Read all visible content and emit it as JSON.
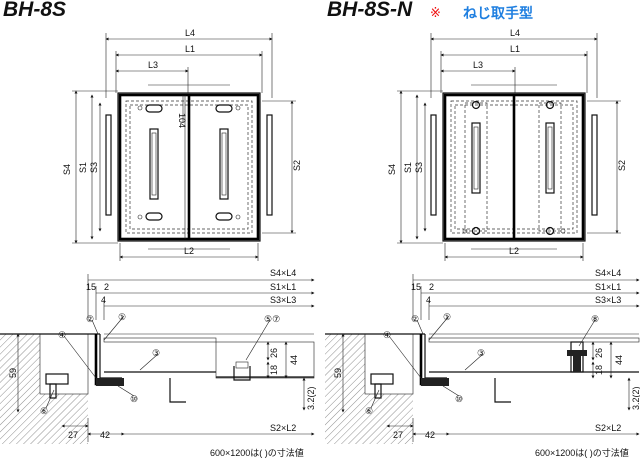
{
  "models": [
    {
      "title": "BH-8S",
      "suffix_mark": "",
      "subtitle": "",
      "plan_labels": {
        "L4": "L4",
        "L1": "L1",
        "L3": "L3",
        "L2": "L2",
        "S4": "S4",
        "S1": "S1",
        "S3": "S3",
        "S2": "S2",
        "offset": "104"
      },
      "section": {
        "rows": [
          "S4×L4",
          "S1×L1",
          "S3×L3",
          "S2×L2"
        ],
        "dims": {
          "d15": "15",
          "d2": "2",
          "d4": "4",
          "d59": "59",
          "d26": "26",
          "d18": "18",
          "d44": "44",
          "d32": "3.2(2)",
          "d27": "27",
          "d42": "42"
        },
        "callouts": [
          "①",
          "②",
          "③",
          "④",
          "⑤⑦",
          "⑥",
          "⑩"
        ],
        "note": "600×1200は( )の寸法値"
      }
    },
    {
      "title": "BH-8S-N",
      "suffix_mark": "※",
      "subtitle": "ねじ取手型",
      "plan_labels": {
        "L4": "L4",
        "L1": "L1",
        "L3": "L3",
        "L2": "L2",
        "S4": "S4",
        "S1": "S1",
        "S3": "S3",
        "S2": "S2",
        "offset": ""
      },
      "section": {
        "rows": [
          "S4×L4",
          "S1×L1",
          "S3×L3",
          "S2×L2"
        ],
        "dims": {
          "d15": "15",
          "d2": "2",
          "d4": "4",
          "d59": "59",
          "d26": "26",
          "d18": "18",
          "d44": "44",
          "d32": "3.2(2)",
          "d27": "27",
          "d42": "42"
        },
        "callouts": [
          "①",
          "②",
          "③",
          "④",
          "⑧",
          "⑥",
          "⑩"
        ],
        "note": "600×1200は( )の寸法値"
      }
    }
  ],
  "colors": {
    "ink": "#111111",
    "mark_red": "#e11111",
    "subtitle_blue": "#1f7fe0"
  }
}
